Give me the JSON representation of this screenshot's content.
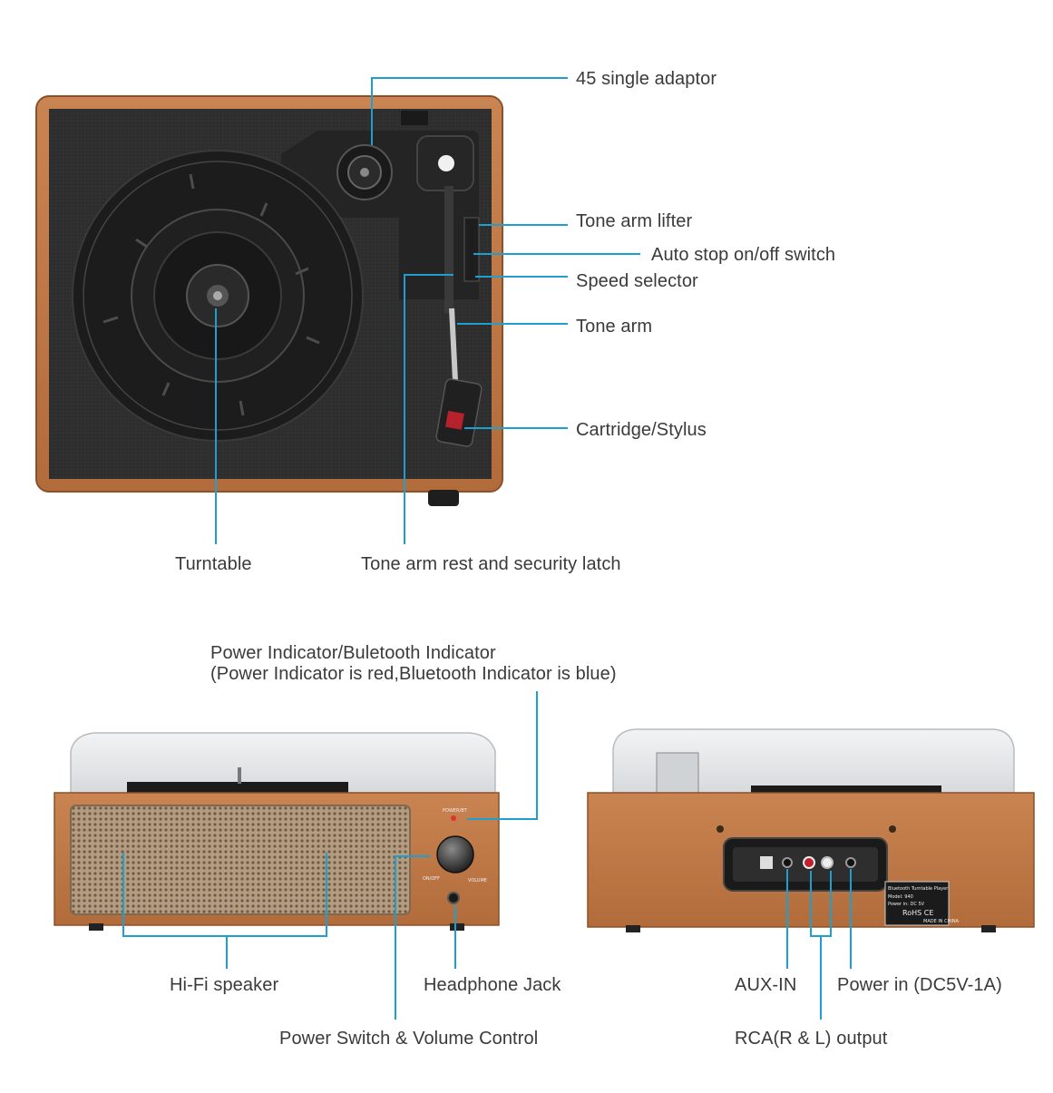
{
  "colors": {
    "leader_line": "#1e9fcf",
    "wood": "#c57a45",
    "wood_dark": "#9a5a2e",
    "deck": "#2b2b2b",
    "platter": "#1f1f1f",
    "grille": "#a8927a",
    "lid": "#e6e8ea",
    "label_text": "#3a3a3a"
  },
  "top_view": {
    "labels": {
      "adaptor": "45 single adaptor",
      "lifter": "Tone arm lifter",
      "auto_stop": "Auto stop on/off switch",
      "speed": "Speed selector",
      "tone_arm": "Tone arm",
      "cartridge": "Cartridge/Stylus",
      "turntable": "Turntable",
      "arm_rest": "Tone arm rest and security latch"
    }
  },
  "front_view": {
    "indicator_line1": "Power Indicator/Buletooth Indicator",
    "indicator_line2": "(Power Indicator is red,Bluetooth Indicator is blue)",
    "speaker": "Hi-Fi speaker",
    "headphone": "Headphone Jack",
    "power_volume": "Power Switch & Volume Control",
    "panel_text": {
      "power_bt": "POWER/BT",
      "on_off": "ON/OFF",
      "volume": "VOLUME"
    }
  },
  "back_view": {
    "aux": "AUX-IN",
    "power_in": "Power in (DC5V-1A)",
    "rca": "RCA(R & L) output",
    "sticker": {
      "line1": "Bluetooth Turntable Player",
      "line2": "Model: 940",
      "line3": "Power in: DC 5V",
      "line4": "RoHS CE",
      "line5": "MADE IN CHINA"
    }
  }
}
